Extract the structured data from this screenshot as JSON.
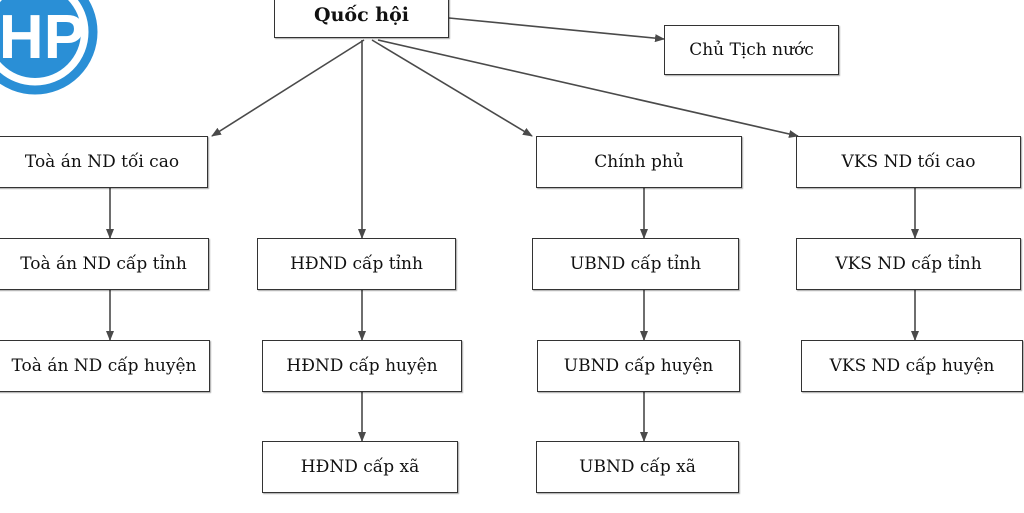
{
  "colors": {
    "line": "#4a4a4a",
    "border": "#333333",
    "logo": "#2a8fd6"
  },
  "logo": {
    "text": "HP",
    "icon": "hp-logo-icon"
  },
  "nodes": {
    "quoc_hoi": "Quốc hội",
    "chu_tich_nuoc": "Chủ Tịch nước",
    "toa_an_toi_cao": "Toà án ND tối cao",
    "chinh_phu": "Chính phủ",
    "vks_toi_cao": "VKS ND tối cao",
    "toa_an_tinh": "Toà án ND cấp tỉnh",
    "hdnd_tinh": "HĐND cấp tỉnh",
    "ubnd_tinh": "UBND cấp tỉnh",
    "vks_tinh": "VKS ND cấp tỉnh",
    "toa_an_huyen": "Toà án ND cấp huyện",
    "hdnd_huyen": "HĐND cấp huyện",
    "ubnd_huyen": "UBND cấp huyện",
    "vks_huyen": "VKS ND cấp huyện",
    "hdnd_xa": "HĐND cấp xã",
    "ubnd_xa": "UBND cấp xã"
  },
  "edges": [
    [
      "quoc_hoi",
      "chu_tich_nuoc"
    ],
    [
      "quoc_hoi",
      "toa_an_toi_cao"
    ],
    [
      "quoc_hoi",
      "hdnd_tinh"
    ],
    [
      "quoc_hoi",
      "chinh_phu"
    ],
    [
      "quoc_hoi",
      "vks_toi_cao"
    ],
    [
      "toa_an_toi_cao",
      "toa_an_tinh"
    ],
    [
      "toa_an_tinh",
      "toa_an_huyen"
    ],
    [
      "hdnd_tinh",
      "hdnd_huyen"
    ],
    [
      "hdnd_huyen",
      "hdnd_xa"
    ],
    [
      "chinh_phu",
      "ubnd_tinh"
    ],
    [
      "ubnd_tinh",
      "ubnd_huyen"
    ],
    [
      "ubnd_huyen",
      "ubnd_xa"
    ],
    [
      "vks_toi_cao",
      "vks_tinh"
    ],
    [
      "vks_tinh",
      "vks_huyen"
    ]
  ]
}
